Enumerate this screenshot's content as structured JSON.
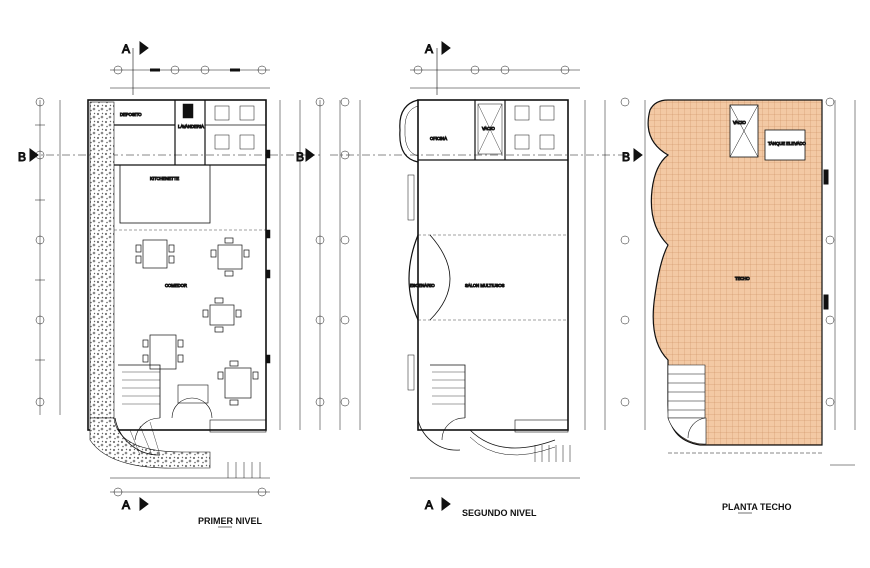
{
  "section_markers": [
    "A",
    "B"
  ],
  "plans": {
    "first": {
      "title": "PRIMER NIVEL",
      "rooms": {
        "kitchenette": "KITCHENETTE",
        "dining": "COMEDOR",
        "lavanderia": "LAVANDERIA",
        "deposito": "DEPOSITO"
      }
    },
    "second": {
      "title": "SEGUNDO NIVEL",
      "rooms": {
        "oficina": "OFICINA",
        "vacio": "VACIO",
        "hall": "SALON MULTIUSOS",
        "stage": "ESCENARIO"
      }
    },
    "roof": {
      "title": "PLANTA TECHO",
      "rooms": {
        "vacio": "VACIO",
        "tank": "TANQUE ELEVADO",
        "techo": "TECHO"
      }
    }
  },
  "colors": {
    "line": "#111111",
    "roof_fill": "#f3c9a4",
    "roof_grid": "#c88a5c",
    "stone": "#777777"
  }
}
